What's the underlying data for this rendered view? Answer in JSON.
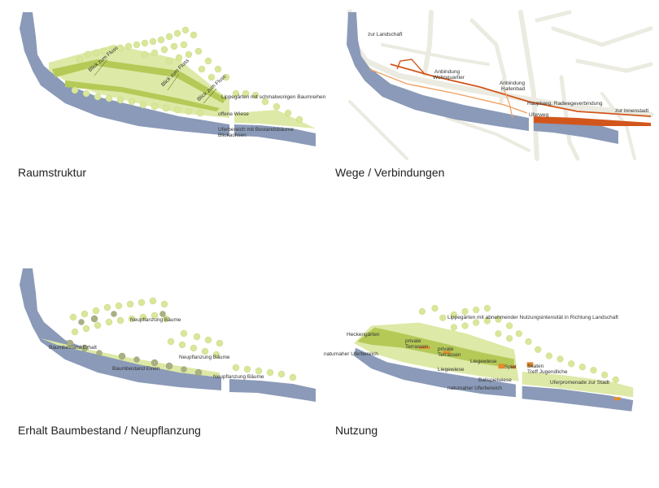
{
  "colors": {
    "water": "#8a9ab8",
    "meadow": "#dde9a6",
    "strip": "#b5c957",
    "tree": "#d8e79a",
    "tree_existing": "#a9b083",
    "path_main": "#d2561c",
    "path_side": "#f0a060",
    "base_roads": "#ebebe1",
    "use_orange": "#e58a2e"
  },
  "panels": {
    "raumstruktur": {
      "caption": "Raumstruktur",
      "labels": {
        "blick1": "Blick zum Fluss",
        "blick2": "Blick zum Fluss",
        "blick3": "Blick zum Fluss",
        "lippegaerten": "Lippegärten mit schmalwonigen Baumreihen",
        "wiese": "offene Wiese",
        "ufer": "Uferbereich mit Bestandsbäume",
        "blickachsen": "Blickachsen"
      }
    },
    "wege": {
      "caption": "Wege / Verbindungen",
      "labels": {
        "landschaft": "zur Landschaft",
        "anbindung1": "Anbindung",
        "wohnquartier": "Wohnquartier",
        "anbindung2": "Anbindung",
        "hallenbad": "Hallenbad",
        "hauptweg": "Hauptweg, Radwegeverbindung",
        "uferweg": "Uferweg",
        "innenstadt": "zur Innenstadt"
      }
    },
    "erhalt": {
      "caption": "Erhalt Baumbestand / Neupflanzung",
      "labels": {
        "neu1": "Neupflanzung Bäume",
        "erhalt": "Baumbestand Erhalt",
        "einen": "Baumbestand Einen",
        "neu2": "Neupflanzung Bäume",
        "neu3": "Neupflanzung Bäume"
      }
    },
    "nutzung": {
      "caption": "Nutzung",
      "labels": {
        "lippegaerten": "Lippegärten mit abnehmender Nutzungsintensität in Richtung Landschaft",
        "heckengaerten": "Heckengärten",
        "naturnah1": "naturnaher Uferbereich",
        "private1": "private",
        "terrassen1": "Terrassen",
        "private2": "private",
        "terrassen2": "Terrassen",
        "liegewiese1": "Liegewiese",
        "liegewiese2": "Liegewiese",
        "spiel": "Spiel",
        "ballspielwiese": "Ballspielwiese",
        "naturnah2": "naturnaher Uferbereich",
        "skaten": "Skaten",
        "treff": "Treff Jugendliche",
        "uferpromenade": "Uferpromenade zur Stadt"
      }
    }
  }
}
